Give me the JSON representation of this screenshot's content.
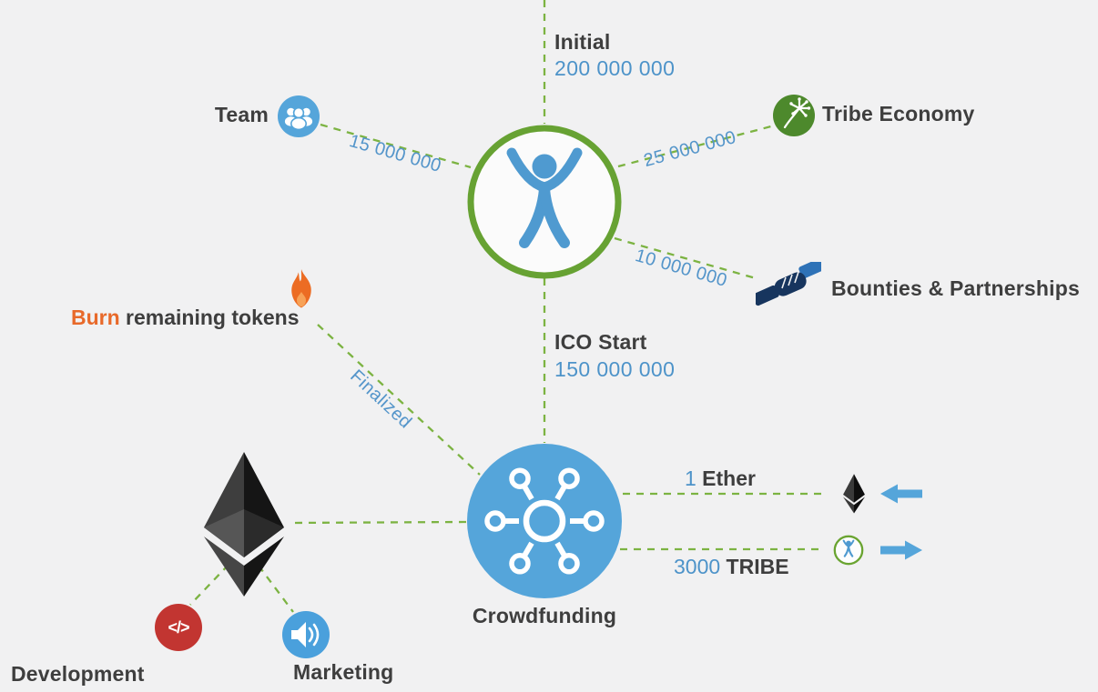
{
  "colors": {
    "background": "#f1f1f2",
    "dashed_line_green": "#7cb342",
    "logo_ring_green": "#67a233",
    "accent_blue": "#4d93c9",
    "icon_blue": "#55a5da",
    "text_dark": "#3e3e3e",
    "burn_orange": "#e8692a",
    "development_red": "#c23531",
    "economy_green": "#4d892c",
    "handshake_navy": "#17355e",
    "handshake_light_blue": "#2e72b7"
  },
  "allocations": {
    "initial": {
      "label": "Initial",
      "amount": "200 000 000"
    },
    "team": {
      "label": "Team",
      "amount": "15 000 000"
    },
    "tribe_economy": {
      "label": "Tribe Economy",
      "amount": "25 000 000"
    },
    "bounties": {
      "label": "Bounties & Partnerships",
      "amount": "10 000 000"
    },
    "ico_start": {
      "label": "ICO Start",
      "amount": "150 000 000"
    }
  },
  "crowdfunding": {
    "label": "Crowdfunding",
    "finalized": "Finalized",
    "ether_in": {
      "value": "1",
      "unit": " Ether"
    },
    "tribe_out": {
      "value": "3000",
      "unit": " TRIBE"
    }
  },
  "burn": {
    "highlight": "Burn",
    "rest": " remaining tokens"
  },
  "ethereum_spend": {
    "development": "Development",
    "marketing": "Marketing"
  },
  "icons": {
    "development_glyph": "</>"
  }
}
